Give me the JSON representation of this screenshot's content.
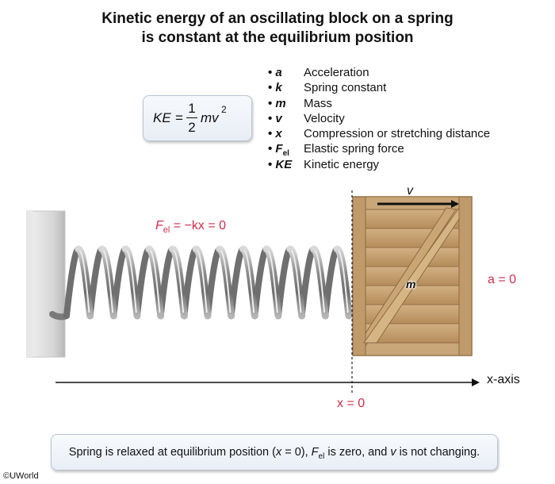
{
  "title": {
    "line1": "Kinetic energy of an oscillating block on a spring",
    "line2": "is constant at the equilibrium position"
  },
  "formula": {
    "lhs": "KE",
    "equals": "=",
    "numerator": "1",
    "denominator": "2",
    "rhs_base": "mv",
    "rhs_exp": "2"
  },
  "legend": [
    {
      "symbol": "a",
      "sub": "",
      "text": "Acceleration"
    },
    {
      "symbol": "k",
      "sub": "",
      "text": "Spring constant"
    },
    {
      "symbol": "m",
      "sub": "",
      "text": "Mass"
    },
    {
      "symbol": "v",
      "sub": "",
      "text": "Velocity"
    },
    {
      "symbol": "x",
      "sub": "",
      "text": "Compression or stretching distance"
    },
    {
      "symbol": "F",
      "sub": "el",
      "text": "Elastic spring force"
    },
    {
      "symbol": "KE",
      "sub": "",
      "text": "Kinetic energy"
    }
  ],
  "force_label": {
    "F": "F",
    "sub": "el",
    "rest": " = −kx = 0"
  },
  "block_label": "m",
  "velocity_label": "v",
  "accel_label": "a = 0",
  "axis_label": "x-axis",
  "equilibrium_label": "x = 0",
  "caption": {
    "part1": "Spring is relaxed at equilibrium position (",
    "x": "x",
    "part2": " = 0), ",
    "F": "F",
    "sub": "el",
    "part3": " is zero, and ",
    "v": "v",
    "part4": " is not changing."
  },
  "copyright": "©UWorld",
  "colors": {
    "highlight": "#d12d49",
    "wood": "#b8915f",
    "wall": "#dcdcdc"
  }
}
